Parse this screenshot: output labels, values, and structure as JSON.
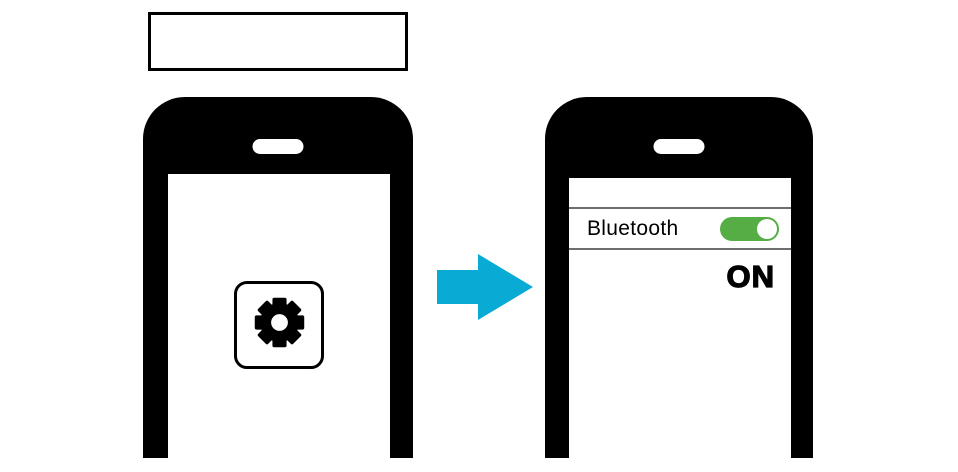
{
  "caption": {
    "text": ""
  },
  "left_phone": {
    "screen": {
      "settings_button": {
        "icon": "gear-icon"
      }
    }
  },
  "arrow": {
    "icon": "arrow-right-icon",
    "direction": "right"
  },
  "right_phone": {
    "screen": {
      "bluetooth_row": {
        "label": "Bluetooth",
        "toggle_state": "on"
      },
      "status_text": "ON"
    }
  },
  "colors": {
    "arrow": "#09abd5",
    "toggle_green": "#56ad45",
    "divider": "#6e6e6e",
    "phone_body": "#000000"
  }
}
